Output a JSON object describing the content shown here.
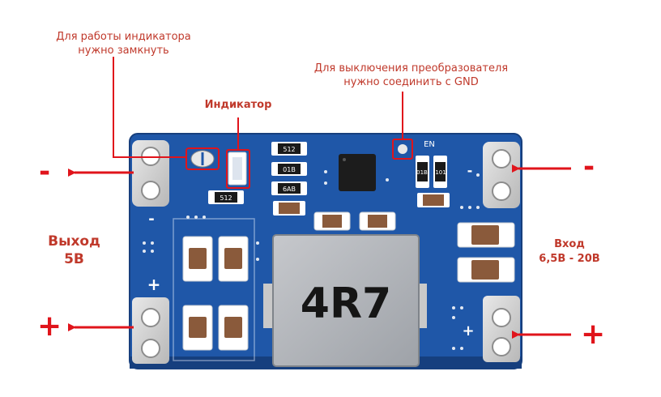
{
  "annotations": {
    "indicator_note": {
      "line1": "Для работы индикатора",
      "line2": "нужно замкнуть"
    },
    "indicator_title": "Индикатор",
    "shutdown_note": {
      "line1": "Для выключения преобразователя",
      "line2": "нужно соединить с GND"
    }
  },
  "output": {
    "title_line1": "Выход",
    "title_line2": "5В",
    "minus": "-",
    "plus": "+"
  },
  "input": {
    "title_line1": "Вход",
    "title_line2": "6,5В - 20В",
    "minus": "-",
    "plus": "+"
  },
  "board": {
    "inductor_marking": "4R7",
    "en_label": "EN",
    "resistor_codes": [
      "512",
      "01B",
      "6AB",
      "512",
      "01B",
      "101"
    ],
    "silk_plus": "+",
    "silk_minus": "-"
  },
  "colors": {
    "annotation": "#c0392b",
    "arrow": "#e0141b",
    "pcb": "#1f57a8",
    "highlight": "#e0141b"
  }
}
